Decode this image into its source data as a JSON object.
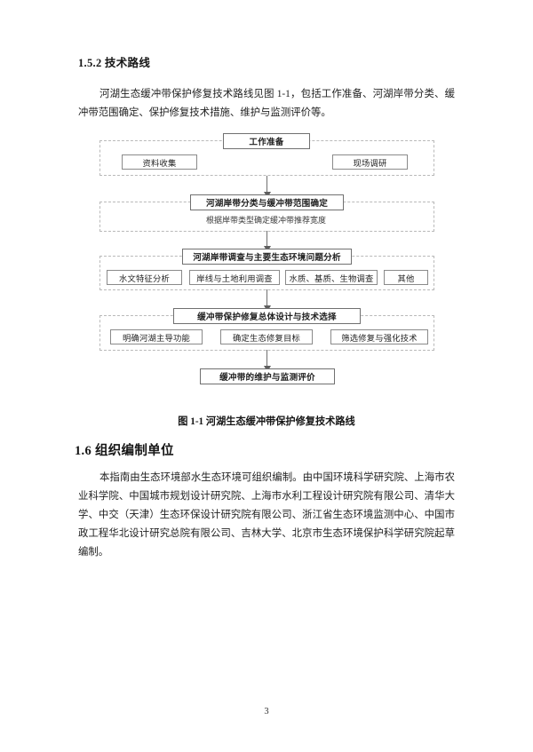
{
  "document": {
    "page_number": "3",
    "section_heading": "1.5.2 技术路线",
    "intro_paragraph": "河湖生态缓冲带保护修复技术路线见图 1-1，包括工作准备、河湖岸带分类、缓冲带范围确定、保护修复技术措施、维护与监测评价等。",
    "figure_caption": "图 1-1 河湖生态缓冲带保护修复技术路线",
    "org_heading": "1.6 组织编制单位",
    "org_paragraph": "本指南由生态环境部水生态环境可组织编制。由中国环境科学研究院、上海市农业科学院、中国城市规划设计研究院、上海市水利工程设计研究院有限公司、清华大学、中交（天津）生态环保设计研究院有限公司、浙江省生态环境监测中心、中国市政工程华北设计研究总院有限公司、吉林大学、北京市生态环境保护科学研究院起草编制。"
  },
  "flowchart": {
    "stage1": {
      "main": "工作准备",
      "sub_left": "资料收集",
      "sub_right": "现场调研"
    },
    "stage2": {
      "main": "河湖岸带分类与缓冲带范围确定",
      "note": "根据岸带类型确定缓冲带推荐宽度"
    },
    "stage3": {
      "main": "河湖岸带调查与主要生态环境问题分析",
      "items": [
        "水文特征分析",
        "岸线与土地利用调查",
        "水质、基质、生物调查",
        "其他"
      ]
    },
    "stage4": {
      "main": "缓冲带保护修复总体设计与技术选择",
      "items": [
        "明确河湖主导功能",
        "确定生态修复目标",
        "筛选修复与强化技术"
      ]
    },
    "stage5": {
      "main": "缓冲带的维护与监测评价"
    }
  }
}
